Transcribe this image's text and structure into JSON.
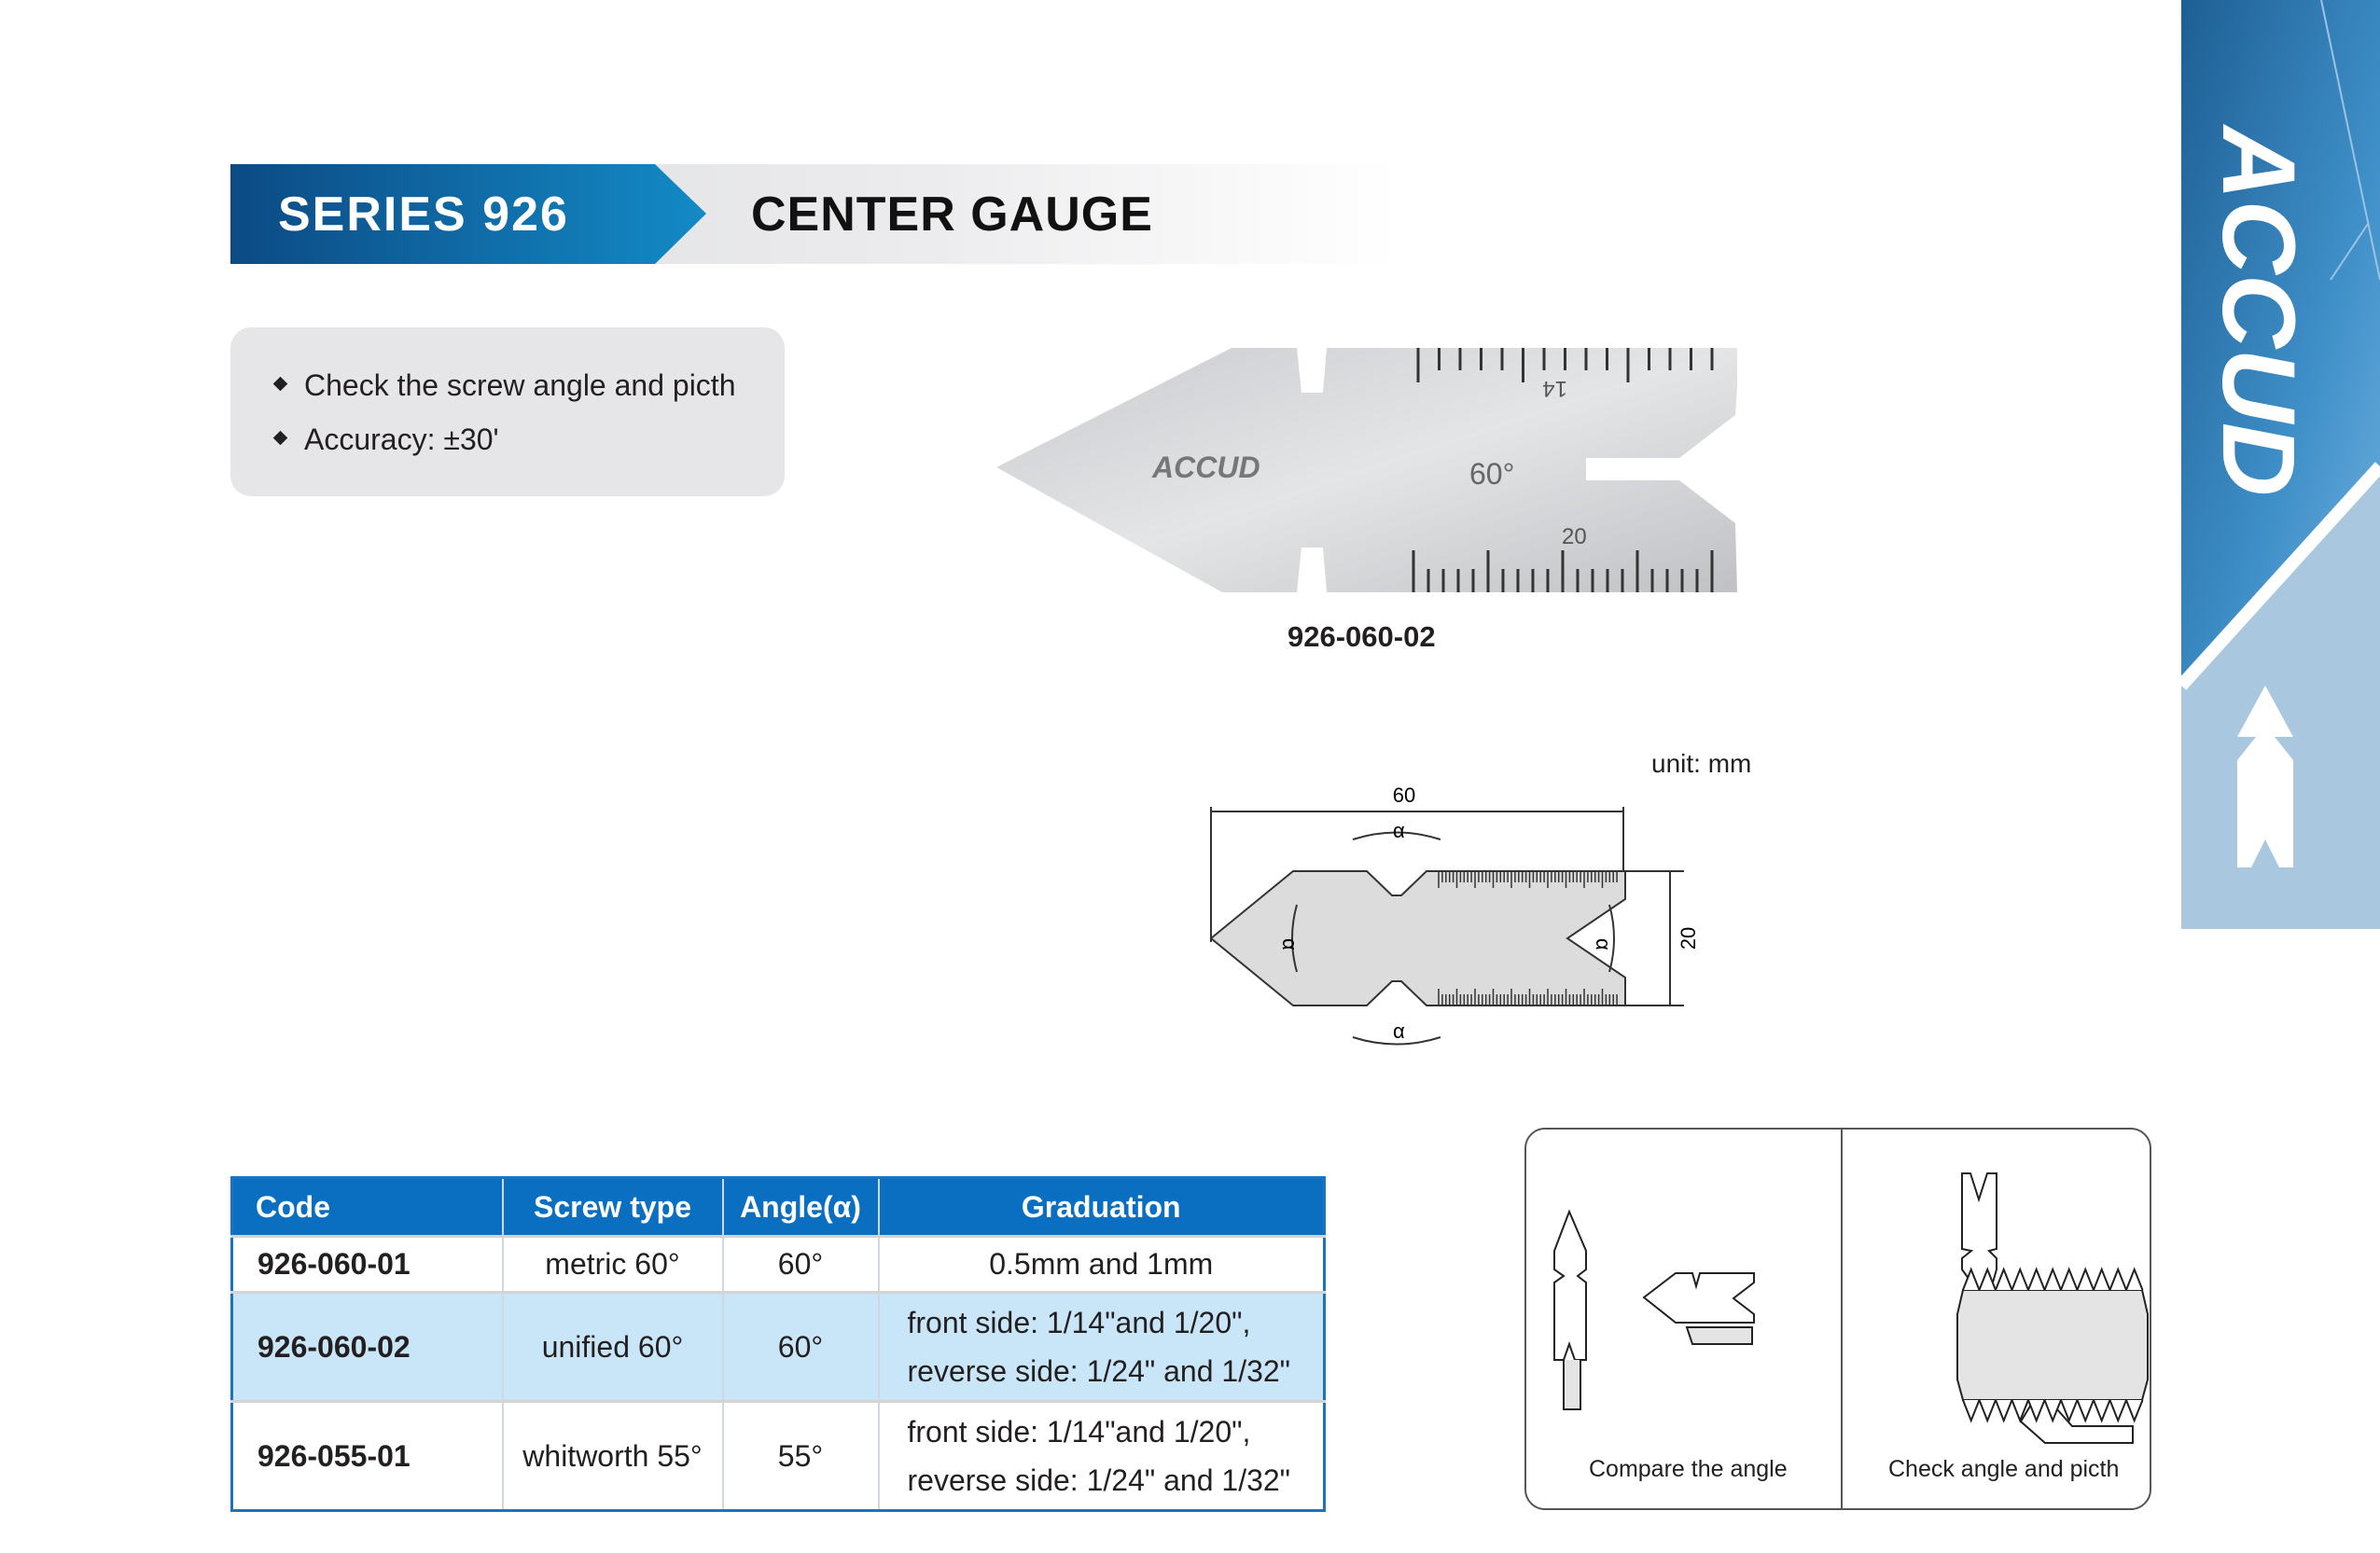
{
  "header": {
    "series": "SERIES 926",
    "title": "CENTER GAUGE"
  },
  "features": [
    "Check the screw angle and picth",
    "Accuracy: ±30'"
  ],
  "product_photo": {
    "brand": "ACCUD",
    "angle_mark": "60°",
    "scale_top": "14",
    "scale_bottom": "20",
    "caption": "926-060-02"
  },
  "drawing": {
    "unit": "unit: mm",
    "length": "60",
    "height": "20",
    "angle_symbol": "α"
  },
  "table": {
    "headers": [
      "Code",
      "Screw type",
      "Angle(α)",
      "Graduation"
    ],
    "rows": [
      {
        "code": "926-060-01",
        "type": "metric 60°",
        "angle": "60°",
        "grad1": "0.5mm and 1mm",
        "grad2": ""
      },
      {
        "code": "926-060-02",
        "type": "unified 60°",
        "angle": "60°",
        "grad1": "front side:  1/14\"and 1/20\",",
        "grad2": "reverse side:  1/24\" and 1/32\""
      },
      {
        "code": "926-055-01",
        "type": "whitworth 55°",
        "angle": "55°",
        "grad1": "front side:  1/14\"and 1/20\",",
        "grad2": "reverse side:  1/24\" and 1/32\""
      }
    ]
  },
  "usage": {
    "left_label": "Compare the angle",
    "right_label": "Check angle and picth"
  },
  "sidebar": {
    "brand": "ACCUD"
  },
  "colors": {
    "brand_blue": "#0a6fc0",
    "highlight": "#c9e6f8"
  }
}
